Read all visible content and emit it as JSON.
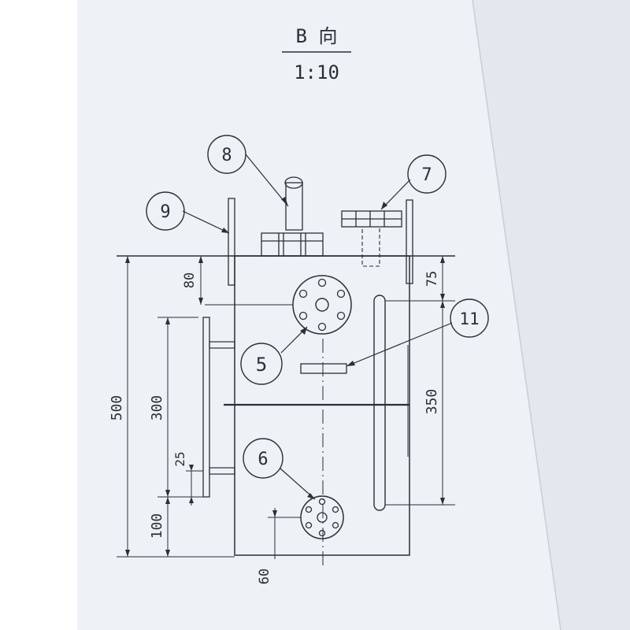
{
  "title": {
    "view": "B 向",
    "scale": "1:10"
  },
  "callouts": [
    "8",
    "7",
    "9",
    "5",
    "11",
    "6"
  ],
  "dimensions": {
    "d80": "80",
    "d75": "75",
    "d500": "500",
    "d300": "300",
    "d350": "350",
    "d25": "25",
    "d100": "100",
    "d60": "60"
  },
  "colors": {
    "ink": "#2b2f36",
    "paper": "#eef1f5",
    "paper_right": "#e3e7ee"
  }
}
